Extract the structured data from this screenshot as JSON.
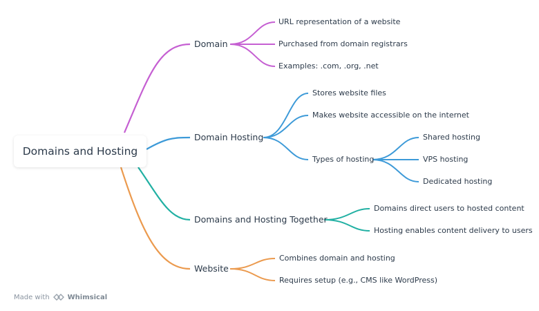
{
  "root": {
    "label": "Domains and Hosting"
  },
  "colors": {
    "domain": "#c55fd2",
    "hosting": "#3d9ad8",
    "together": "#21b0a3",
    "website": "#eb9a4e"
  },
  "branches": [
    {
      "label": "Domain",
      "children": [
        "URL representation of a website",
        "Purchased from domain registrars",
        "Examples: .com, .org, .net"
      ]
    },
    {
      "label": "Domain Hosting",
      "children": [
        "Stores website files",
        "Makes website accessible on the internet",
        "Types of hosting"
      ],
      "sub": [
        "Shared hosting",
        "VPS hosting",
        "Dedicated hosting"
      ]
    },
    {
      "label": "Domains and Hosting Together",
      "children": [
        "Domains direct users to hosted content",
        "Hosting enables content delivery to users"
      ]
    },
    {
      "label": "Website",
      "children": [
        "Combines domain and hosting",
        "Requires setup (e.g., CMS like WordPress)"
      ]
    }
  ],
  "watermark": {
    "prefix": "Made with",
    "brand": "Whimsical"
  }
}
